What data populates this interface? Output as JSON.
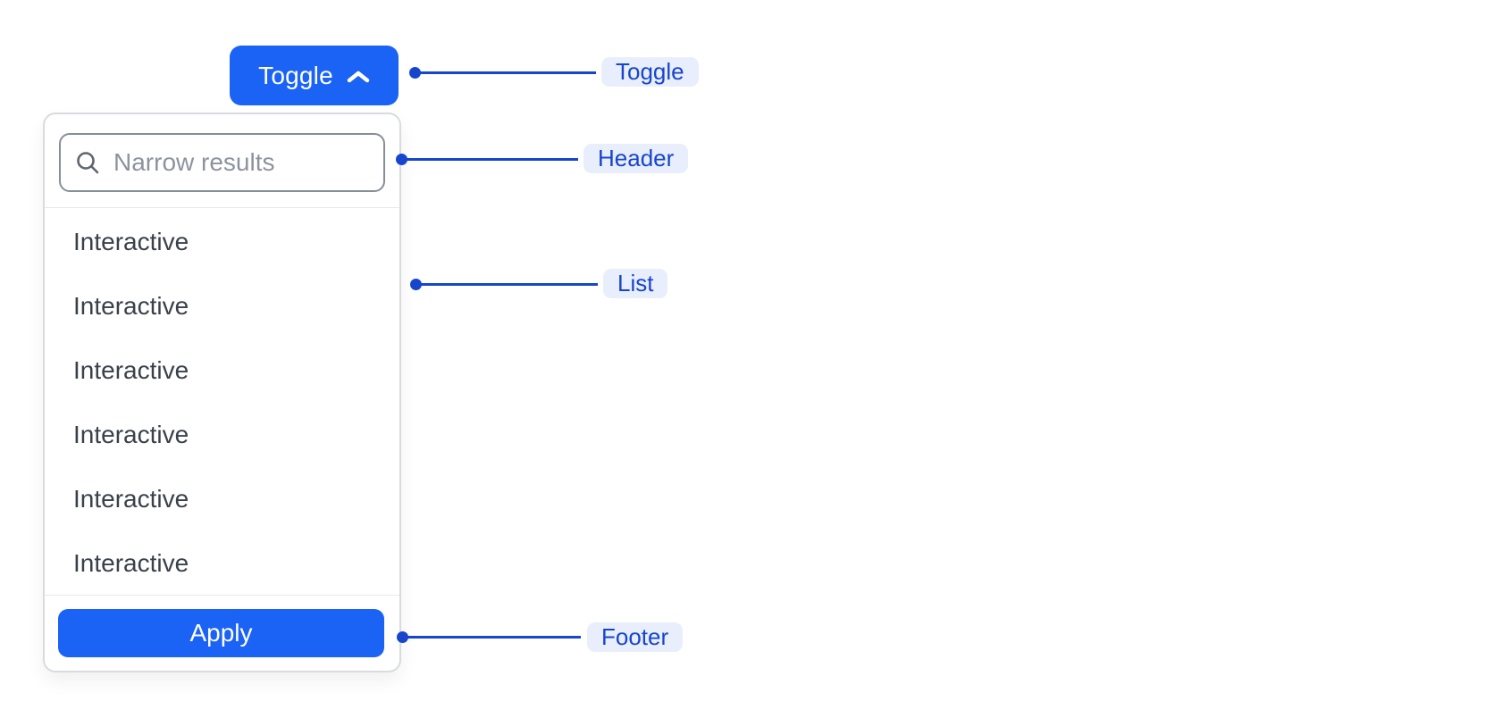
{
  "toggle_button": {
    "label": "Toggle",
    "icon": "chevron-up-icon"
  },
  "dropdown": {
    "search": {
      "placeholder": "Narrow results",
      "icon": "search-icon",
      "value": ""
    },
    "items": [
      "Interactive",
      "Interactive",
      "Interactive",
      "Interactive",
      "Interactive",
      "Interactive"
    ],
    "footer": {
      "apply_label": "Apply"
    }
  },
  "annotations": [
    {
      "label": "Toggle"
    },
    {
      "label": "Header"
    },
    {
      "label": "List"
    },
    {
      "label": "Footer"
    }
  ],
  "colors": {
    "primary_blue": "#1b63f5",
    "annotation_blue": "#1745cd",
    "annotation_bg": "#e8eefc",
    "panel_border": "#d8dbdf",
    "input_border": "#878e98",
    "placeholder_gray": "#8d939e",
    "item_text": "#3a414b"
  }
}
